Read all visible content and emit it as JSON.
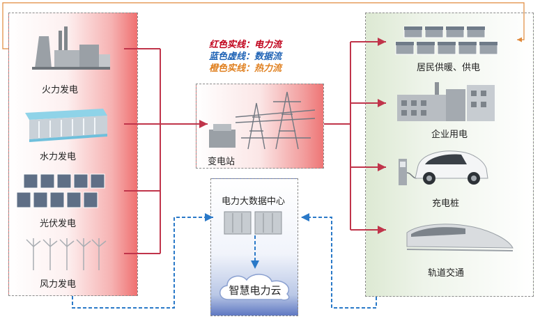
{
  "legend": [
    {
      "text": "红色实线：电力流",
      "color": "#c0001a"
    },
    {
      "text": "蓝色虚线：数据流",
      "color": "#1f63b5"
    },
    {
      "text": "橙色实线：热力流",
      "color": "#e08020"
    }
  ],
  "sources": {
    "thermal": "火力发电",
    "hydro": "水力发电",
    "solar": "光伏发电",
    "wind": "风力发电"
  },
  "substation": "变电站",
  "datacenter": "电力大数据中心",
  "cloud": "智慧电力云",
  "consumers": {
    "residential": "居民供暖、供电",
    "enterprise": "企业用电",
    "charging": "充电桩",
    "rail": "轨道交通"
  },
  "colors": {
    "power_flow": "#c0344a",
    "data_flow": "#2a79c8",
    "heat_flow": "#e0893a"
  }
}
